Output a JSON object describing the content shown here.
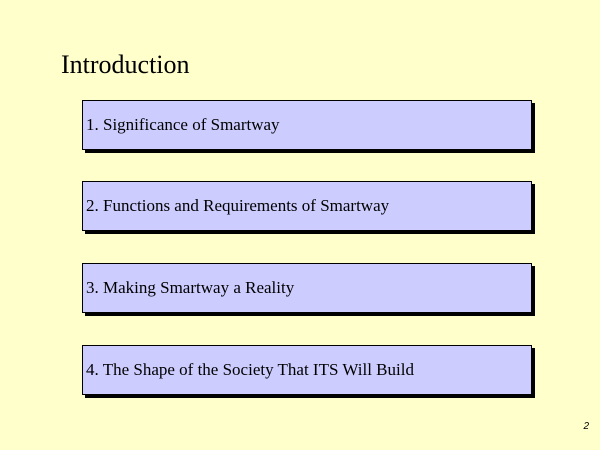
{
  "slide": {
    "title": "Introduction",
    "items": [
      {
        "label": "1. Significance of Smartway"
      },
      {
        "label": "2. Functions and Requirements of Smartway"
      },
      {
        "label": "3. Making Smartway a Reality"
      },
      {
        "label": "4. The Shape of the Society That ITS Will Build"
      }
    ],
    "page_number": "2"
  },
  "colors": {
    "background": "#ffffcc",
    "box_fill": "#ccccff",
    "box_border": "#000000"
  }
}
